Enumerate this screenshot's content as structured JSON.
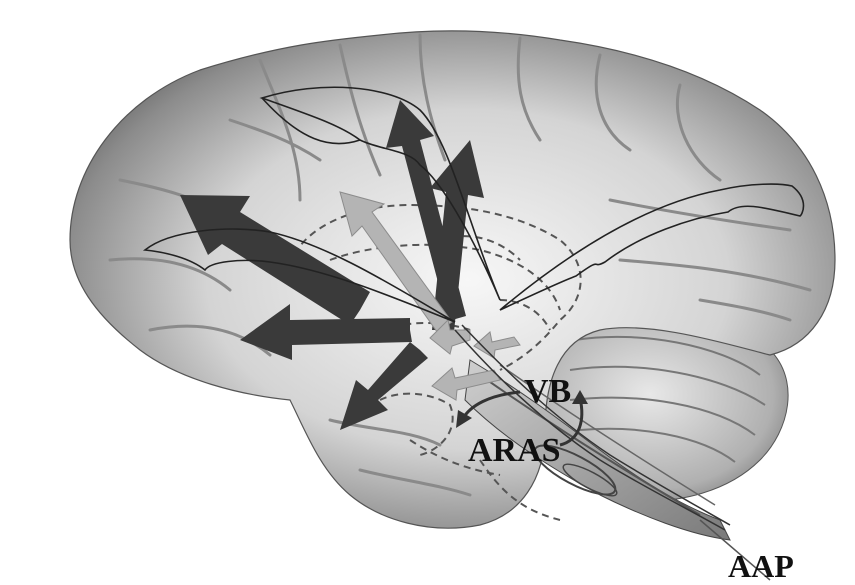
{
  "labels": {
    "vb": "VB",
    "aras": "ARAS",
    "aap": "AAP"
  },
  "colors": {
    "cortex_light": "#f2f2f2",
    "cortex_dark": "#6e6e6e",
    "gyri_lines": "#8a8a8a",
    "dark_arrow": "#3a3a3a",
    "light_arrow": "#b4b4b4",
    "outline": "#222222",
    "dashed": "#555555",
    "label": "#111111"
  }
}
